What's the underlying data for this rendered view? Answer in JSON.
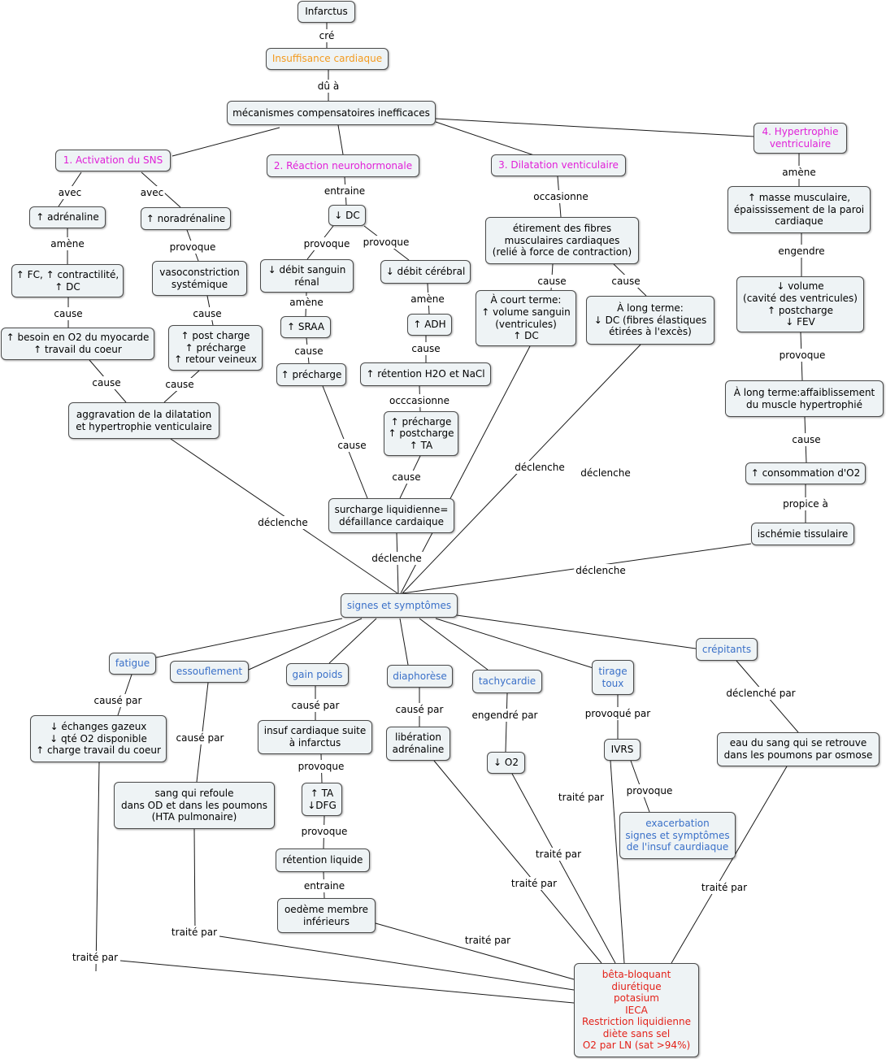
{
  "colors": {
    "node_fill": "#eef3f5",
    "border": "#4b4b4b",
    "orange": "#f39a1e",
    "magenta": "#e020d8",
    "blue": "#3a70c8",
    "red": "#e3221a"
  },
  "nodes": {
    "infarctus": "Infarctus",
    "insuffisance": "Insuffisance cardiaque",
    "mecanismes": "mécanismes compensatoires inefficaces",
    "sns": "1. Activation du SNS",
    "neuro": "2. Réaction neurohormonale",
    "dilatation": "3. Dilatation venticulaire",
    "hypertrophie": "4. Hypertrophie\nventriculaire",
    "adrenaline": "↑ adrénaline",
    "noradrenaline": "↑ noradrénaline",
    "fc": "↑ FC, ↑ contractilité,\n↑ DC",
    "vasoconstriction": "vasoconstriction\nsystémique",
    "besoin_o2": "↑ besoin en O2 du myocarde\n↑ travail du coeur",
    "post_charge": "↑ post charge\n↑ précharge\n↑ retour veineux",
    "aggravation": "aggravation de la dilatation\net hypertrophie venticulaire",
    "dc_down": "↓ DC",
    "debit_renal": "↓ débit sanguin\nrénal",
    "debit_cerebral": "↓ débit cérébral",
    "sraa": "↑ SRAA",
    "adh": "↑ ADH",
    "precharge": "↑ précharge",
    "retention": "↑ rétention H2O et NaCl",
    "pre_post_ta": "↑ précharge\n↑ postcharge\n↑ TA",
    "surcharge": "surcharge liquidienne=\ndéfaillance cardaique",
    "etirement": "étirement des fibres\nmusculaires cardiaques\n(relié à force de contraction)",
    "court_terme": "À court terme:\n↑ volume sanguin\n(ventricules)\n↑ DC",
    "long_terme": "À long terme:\n↓ DC (fibres élastiques\nétirées à l'excès)",
    "masse": "↑ masse musculaire,\népaississement de la paroi\ncardiaque",
    "volume": "↓ volume\n(cavité des ventricules)\n↑ postcharge\n↓ FEV",
    "affaiblissement": "À long terme:affaiblissement\ndu muscle hypertrophié",
    "consommation": "↑ consommation d'O2",
    "ischemie": "ischémie tissulaire",
    "signes": "signes et symptômes",
    "fatigue": "fatigue",
    "essouflement": "essouflement",
    "gain_poids": "gain poids",
    "diaphorese": "diaphorèse",
    "tachycardie": "tachycardie",
    "tirage": "tirage\ntoux",
    "crepitants": "crépitants",
    "echanges": "↓ échanges gazeux\n↓ qté O2 disponible\n↑ charge travail du coeur",
    "sang_refoule": "sang qui refoule\ndans OD et dans les poumons\n(HTA pulmonaire)",
    "insuf_infarctus": "insuf cardiaque suite\nà infarctus",
    "ta_dfg": "↑ TA\n↓DFG",
    "retention_liquide": "rétention liquide",
    "oedeme": "oedème membre\ninférieurs",
    "liberation": "libération\nadrénaline",
    "o2_down": "↓ O2",
    "ivrs": "IVRS",
    "exacerbation": "exacerbation\nsignes et symptômes\nde l'insuf caurdiaque",
    "eau_sang": "eau du sang qui se retrouve\ndans les poumons par osmose",
    "traitement": "bêta-bloquant\ndiurétique\npotasium\nIECA\nRestriction liquidienne\ndiète sans sel\nO2 par LN (sat >94%)"
  },
  "links": {
    "cre": "cré",
    "du_a": "dû à",
    "avec_1": "avec",
    "avec_2": "avec",
    "amene_1": "amène",
    "provoque_1": "provoque",
    "cause_1": "cause",
    "cause_2": "cause",
    "cause_3": "cause",
    "cause_4": "cause",
    "entraine_1": "entraine",
    "provoque_2": "provoque",
    "provoque_3": "provoque",
    "amene_2": "amène",
    "amene_3": "amène",
    "cause_5": "cause",
    "cause_6": "cause",
    "occcasionne": "occcasionne",
    "cause_7": "cause",
    "cause_8": "cause",
    "occasionne": "occasionne",
    "cause_9": "cause",
    "cause_10": "cause",
    "amene_4": "amène",
    "engendre": "engendre",
    "provoque_4": "provoque",
    "cause_11": "cause",
    "propice": "propice à",
    "declenche_1": "déclenche",
    "declenche_2": "déclenche",
    "declenche_3": "déclenche",
    "declenche_4": "déclenche",
    "declenche_5": "déclenche",
    "cause_par_1": "causé par",
    "cause_par_2": "causé par",
    "cause_par_3": "causé par",
    "cause_par_4": "causé par",
    "engendre_par": "engendré par",
    "provoque_par": "provoqué par",
    "declenche_par": "déclenché par",
    "provoque_5": "provoque",
    "provoque_6": "provoque",
    "entraine_2": "entraine",
    "provoque_7": "provoque",
    "traite_1": "traité par",
    "traite_2": "traité par",
    "traite_3": "traité par",
    "traite_4": "traité par",
    "traite_5": "traité par",
    "traite_6": "traité par",
    "traite_7": "traité par"
  }
}
